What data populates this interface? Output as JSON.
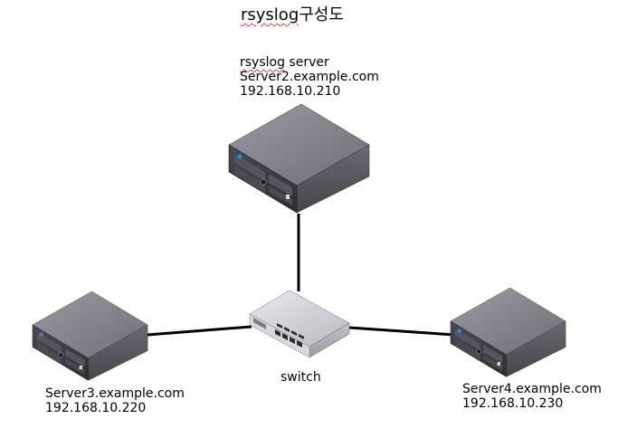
{
  "title": {
    "prefix": "rsyslog",
    "suffix": "구성도"
  },
  "colors": {
    "link": "#000000",
    "server_top": "#7c7c84",
    "server_side": "#5d5d64",
    "server_front": "#3a3a40",
    "switch_body": "#c9cbd0",
    "spellcheck_underline": "#e23b3b"
  },
  "nodes": {
    "server2": {
      "role_first_word": "rsyslog",
      "role_rest": " server",
      "hostname": "Server2.example.com",
      "ip": "192.168.10.210",
      "icon": "rack-server-icon"
    },
    "server3": {
      "hostname": "Server3.example.com",
      "ip": "192.168.10.220",
      "icon": "rack-server-icon"
    },
    "server4": {
      "hostname": "Server4.example.com",
      "ip": "192.168.10.230",
      "icon": "rack-server-icon"
    },
    "switch": {
      "label": "switch",
      "icon": "network-switch-icon"
    }
  }
}
